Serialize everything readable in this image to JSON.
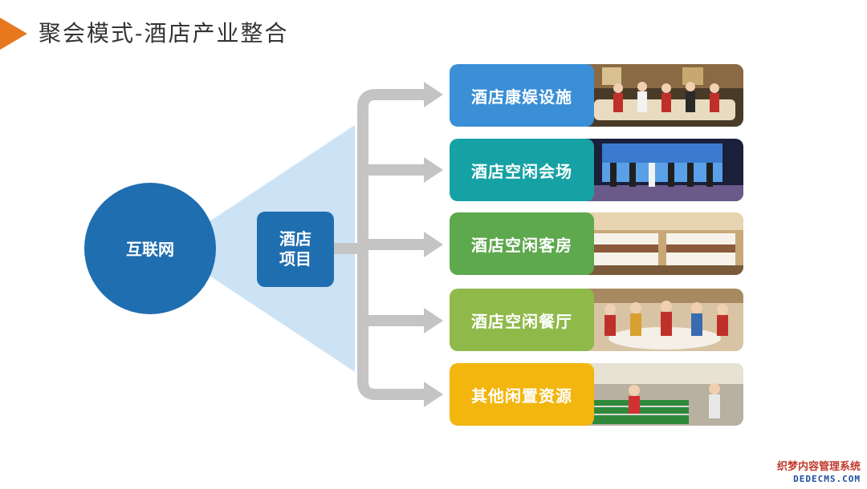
{
  "page": {
    "title": "聚会模式-酒店产业整合"
  },
  "colors": {
    "accent": "#e8781e",
    "circle": "#1f6eb0",
    "center_box": "#1f6eb0",
    "fan": "#cce3f5",
    "arrows": "#c4c4c4"
  },
  "diagram": {
    "source": "互联网",
    "hub_line1": "酒店",
    "hub_line2": "项目",
    "items": [
      {
        "label": "酒店康娱设施",
        "color": "#3a8fd6",
        "photo": "lounge-people-photo"
      },
      {
        "label": "酒店空闲会场",
        "color": "#16a2a4",
        "photo": "conference-stage-photo"
      },
      {
        "label": "酒店空闲客房",
        "color": "#5ea84e",
        "photo": "hotel-bedroom-photo"
      },
      {
        "label": "酒店空闲餐厅",
        "color": "#8fba4a",
        "photo": "restaurant-party-photo"
      },
      {
        "label": "其他闲置资源",
        "color": "#f2b60f",
        "photo": "foosball-room-photo"
      }
    ]
  },
  "watermark": {
    "line1": "织梦内容管理系统",
    "line2": "DEDECMS.COM"
  }
}
